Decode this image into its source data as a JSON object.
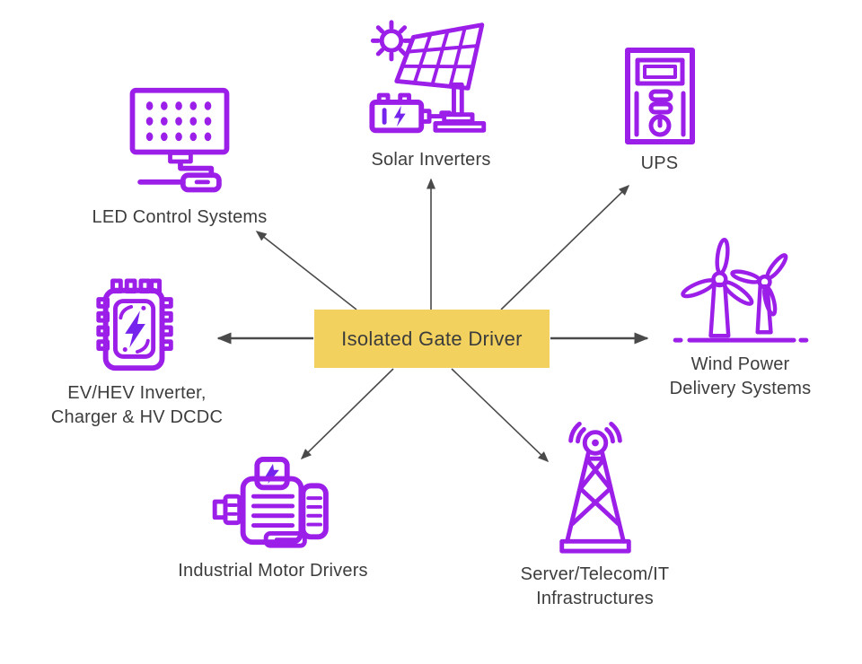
{
  "center": {
    "label": "Isolated Gate Driver"
  },
  "colors": {
    "box_bg": "#F2D15E",
    "icon_purple": "#9B1FE8",
    "icon_accent": "#7424EC",
    "arrow": "#4A4A4A",
    "text": "#3D3D3D",
    "background": "#FFFFFF"
  },
  "nodes": [
    {
      "id": "solar",
      "label": "Solar Inverters",
      "icon": "solar-inverter-icon"
    },
    {
      "id": "ups",
      "label": "UPS",
      "icon": "ups-tower-icon"
    },
    {
      "id": "wind",
      "label": "Wind Power\nDelivery Systems",
      "icon": "wind-turbines-icon"
    },
    {
      "id": "telecom",
      "label": "Server/Telecom/IT\nInfrastructures",
      "icon": "telecom-tower-icon"
    },
    {
      "id": "motor",
      "label": "Industrial Motor Drivers",
      "icon": "electric-motor-icon"
    },
    {
      "id": "ev",
      "label": "EV/HEV Inverter,\nCharger & HV DCDC",
      "icon": "power-chip-icon"
    },
    {
      "id": "led",
      "label": "LED Control Systems",
      "icon": "led-panel-icon"
    }
  ]
}
